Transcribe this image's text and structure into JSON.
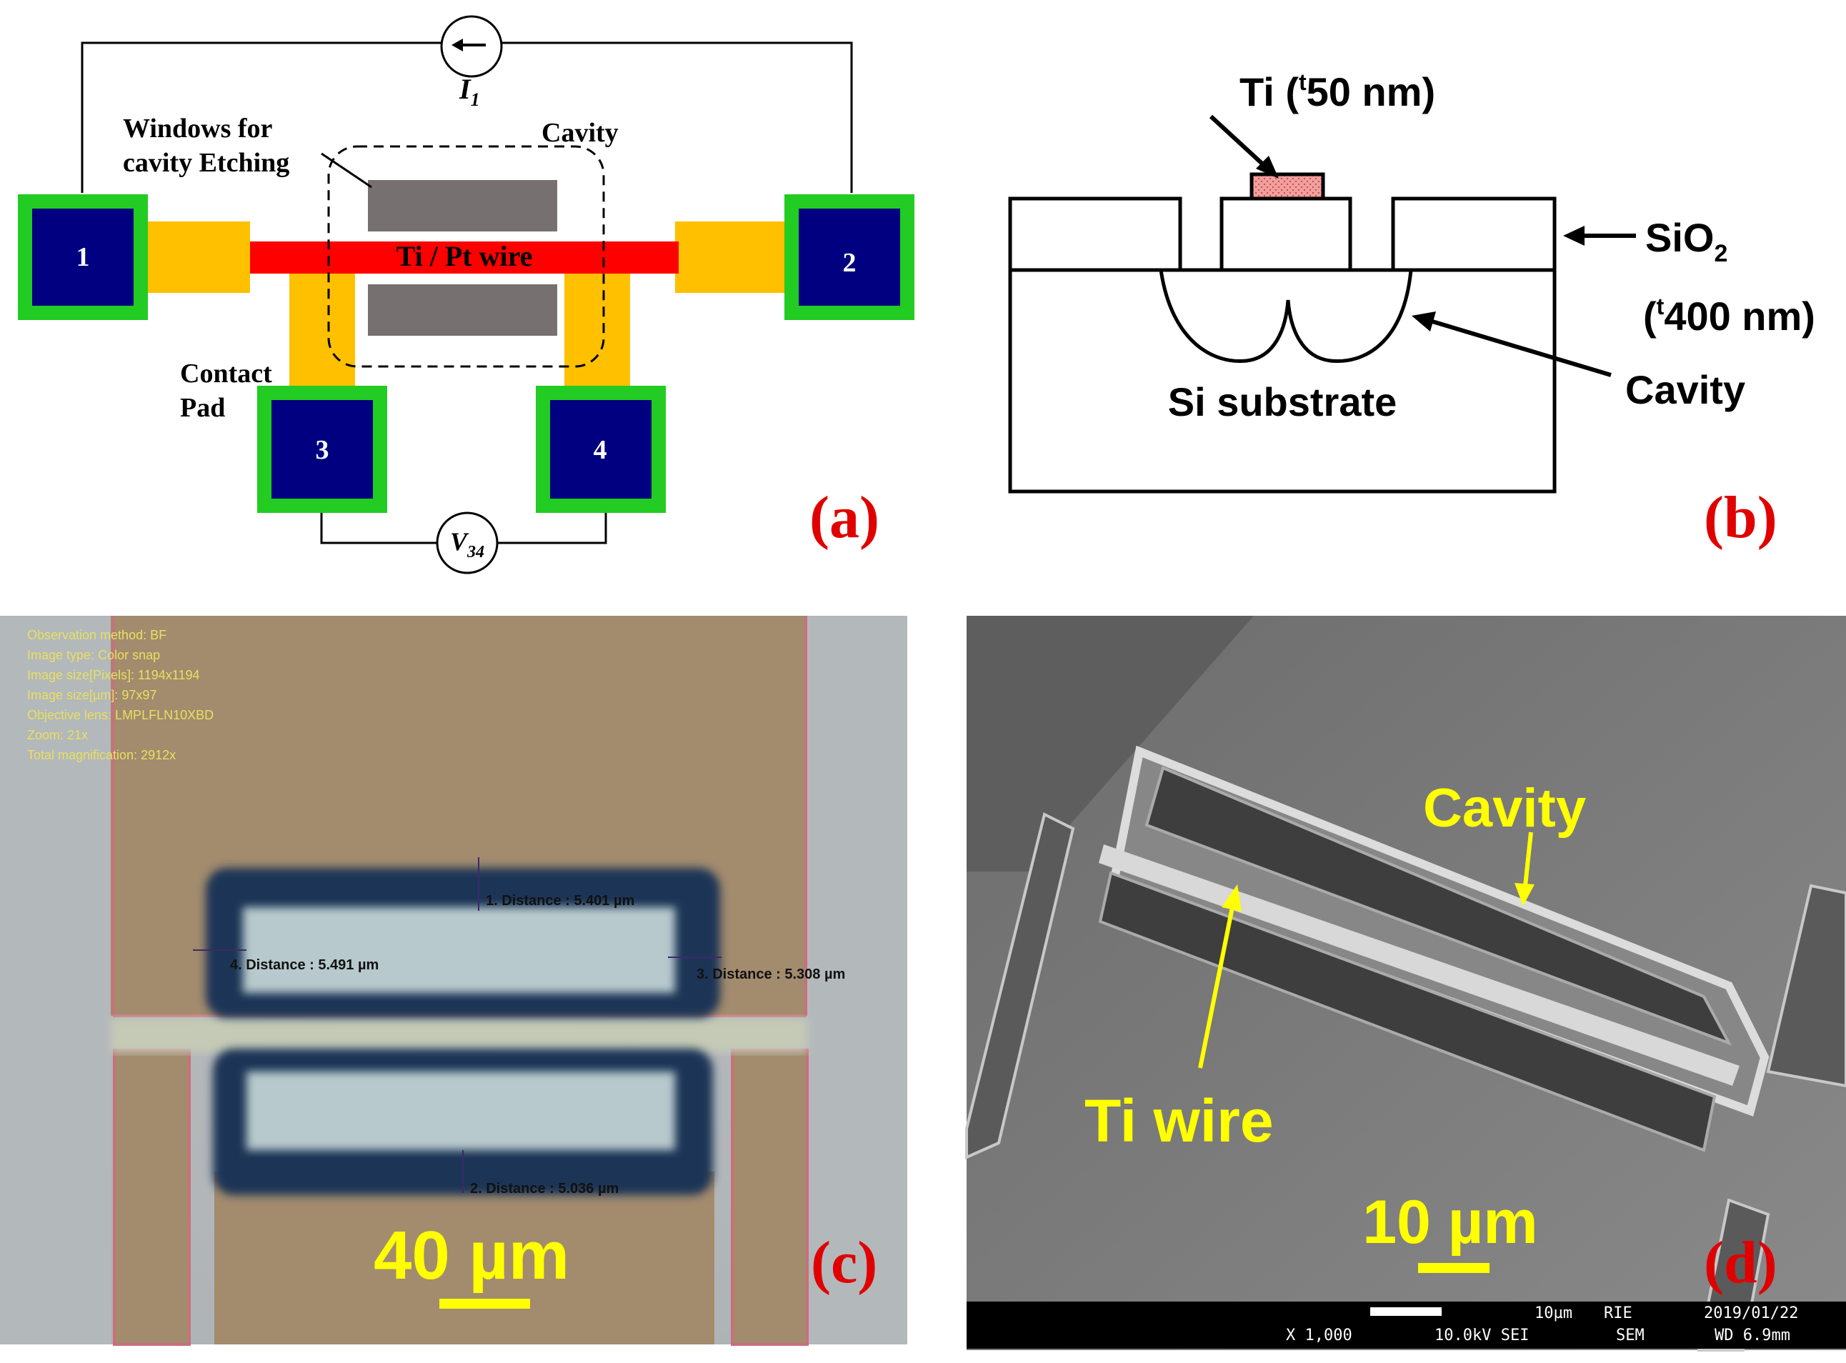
{
  "panel_a": {
    "label": "(a)",
    "current_source": "I",
    "current_sub": "1",
    "voltmeter": "V",
    "voltmeter_sub": "34",
    "windows_label_line1": "Windows for",
    "windows_label_line2": "cavity Etching",
    "cavity_label": "Cavity",
    "wire_label": "Ti / Pt wire",
    "contact_label_line1": "Contact",
    "contact_label_line2": "Pad",
    "pads": [
      "1",
      "2",
      "3",
      "4"
    ],
    "colors": {
      "pad_fill": "#000080",
      "pad_border": "#22cc22",
      "wire": "#ff0000",
      "lead": "#ffc000",
      "window": "#777070"
    }
  },
  "panel_b": {
    "label": "(b)",
    "ti_label_prefix": "Ti (",
    "ti_thickness_sup": "t",
    "ti_label_suffix": "50 nm)",
    "sio2_label_main": "SiO",
    "sio2_label_sub": "2",
    "sio2_thickness_sup": "t",
    "sio2_thickness_prefix": "(",
    "sio2_thickness_suffix": "400 nm)",
    "cavity_label": "Cavity",
    "substrate_label": "Si substrate"
  },
  "panel_c": {
    "label": "(c)",
    "info_lines": [
      "Observation method: BF",
      "Image type: Color snap",
      "Image size[Pixels]: 1194x1194",
      "Image size[µm]: 97x97",
      "Objective lens: LMPLFLN10XBD",
      "Zoom: 21x",
      "Total magnification: 2912x"
    ],
    "measurements": [
      "1. Distance : 5.401 µm",
      "2. Distance : 5.036 µm",
      "3. Distance : 5.308 µm",
      "4. Distance : 5.491 µm"
    ],
    "scale_bar": "40 µm"
  },
  "panel_d": {
    "label": "(d)",
    "cavity_label": "Cavity",
    "wire_label": "Ti wire",
    "scale_bar": "10 µm",
    "info_bar": {
      "scale": "10µm",
      "mode": "RIE",
      "date": "2019/01/22",
      "magnification": "X 1,000",
      "voltage": "10.0kV SEI",
      "detector": "SEM",
      "working_distance": "WD 6.9mm"
    }
  }
}
